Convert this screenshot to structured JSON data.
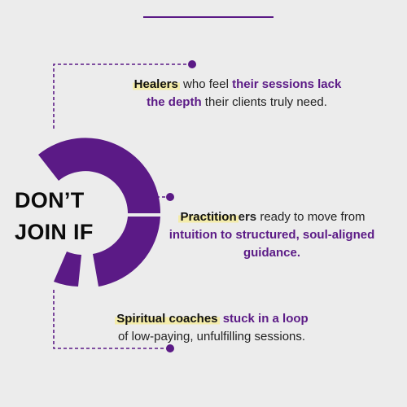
{
  "heading": {
    "line1": "DON’T",
    "line2": "JOIN IF"
  },
  "items": [
    {
      "line1_highlight": "Healers",
      "line1_plain": " who feel ",
      "line1_emphasis": "their sessions lack",
      "line2_emphasis": "the depth",
      "line2_plain": " their clients truly need."
    },
    {
      "line1_highlight": "Practition",
      "line1_bold": "ers",
      "line1_plain": " ready to move from",
      "line2_emphasis": "intuition to structured, soul-aligned",
      "line3_emphasis": "guidance."
    },
    {
      "line1_highlight": "Spiritual coaches",
      "line1_plain": " ",
      "line1_emphasis": "stuck in a loop",
      "line2_plain": "of low-paying, unfulfilling sessions."
    }
  ],
  "colors": {
    "background": "#ececec",
    "accent": "#5b1a86",
    "highlight": "#f4ecaa",
    "text": "#222222"
  }
}
